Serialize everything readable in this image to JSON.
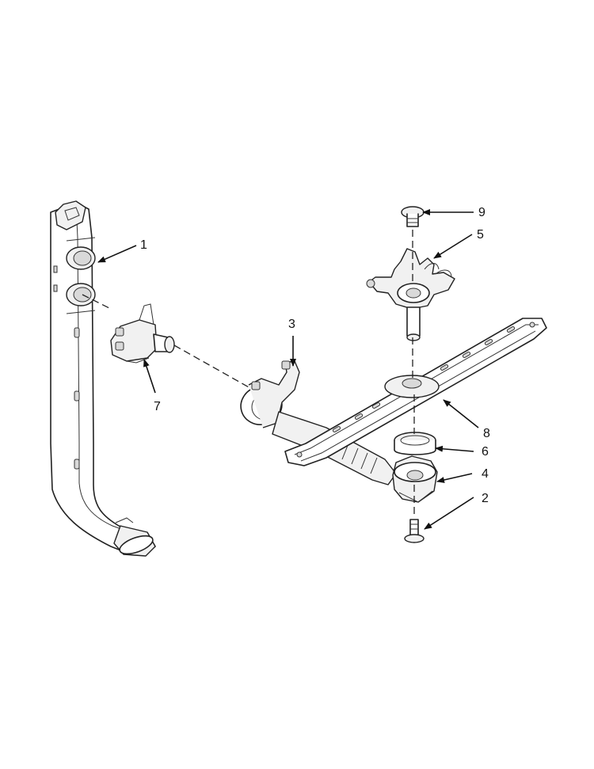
{
  "callouts": [
    {
      "id": "1",
      "label": "1"
    },
    {
      "id": "2",
      "label": "2"
    },
    {
      "id": "3",
      "label": "3"
    },
    {
      "id": "4",
      "label": "4"
    },
    {
      "id": "5",
      "label": "5"
    },
    {
      "id": "6",
      "label": "6"
    },
    {
      "id": "7",
      "label": "7"
    },
    {
      "id": "8",
      "label": "8"
    },
    {
      "id": "9",
      "label": "9"
    }
  ],
  "colors": {
    "line": "#222222",
    "background": "#ffffff",
    "fill": "#f1f1f1"
  }
}
